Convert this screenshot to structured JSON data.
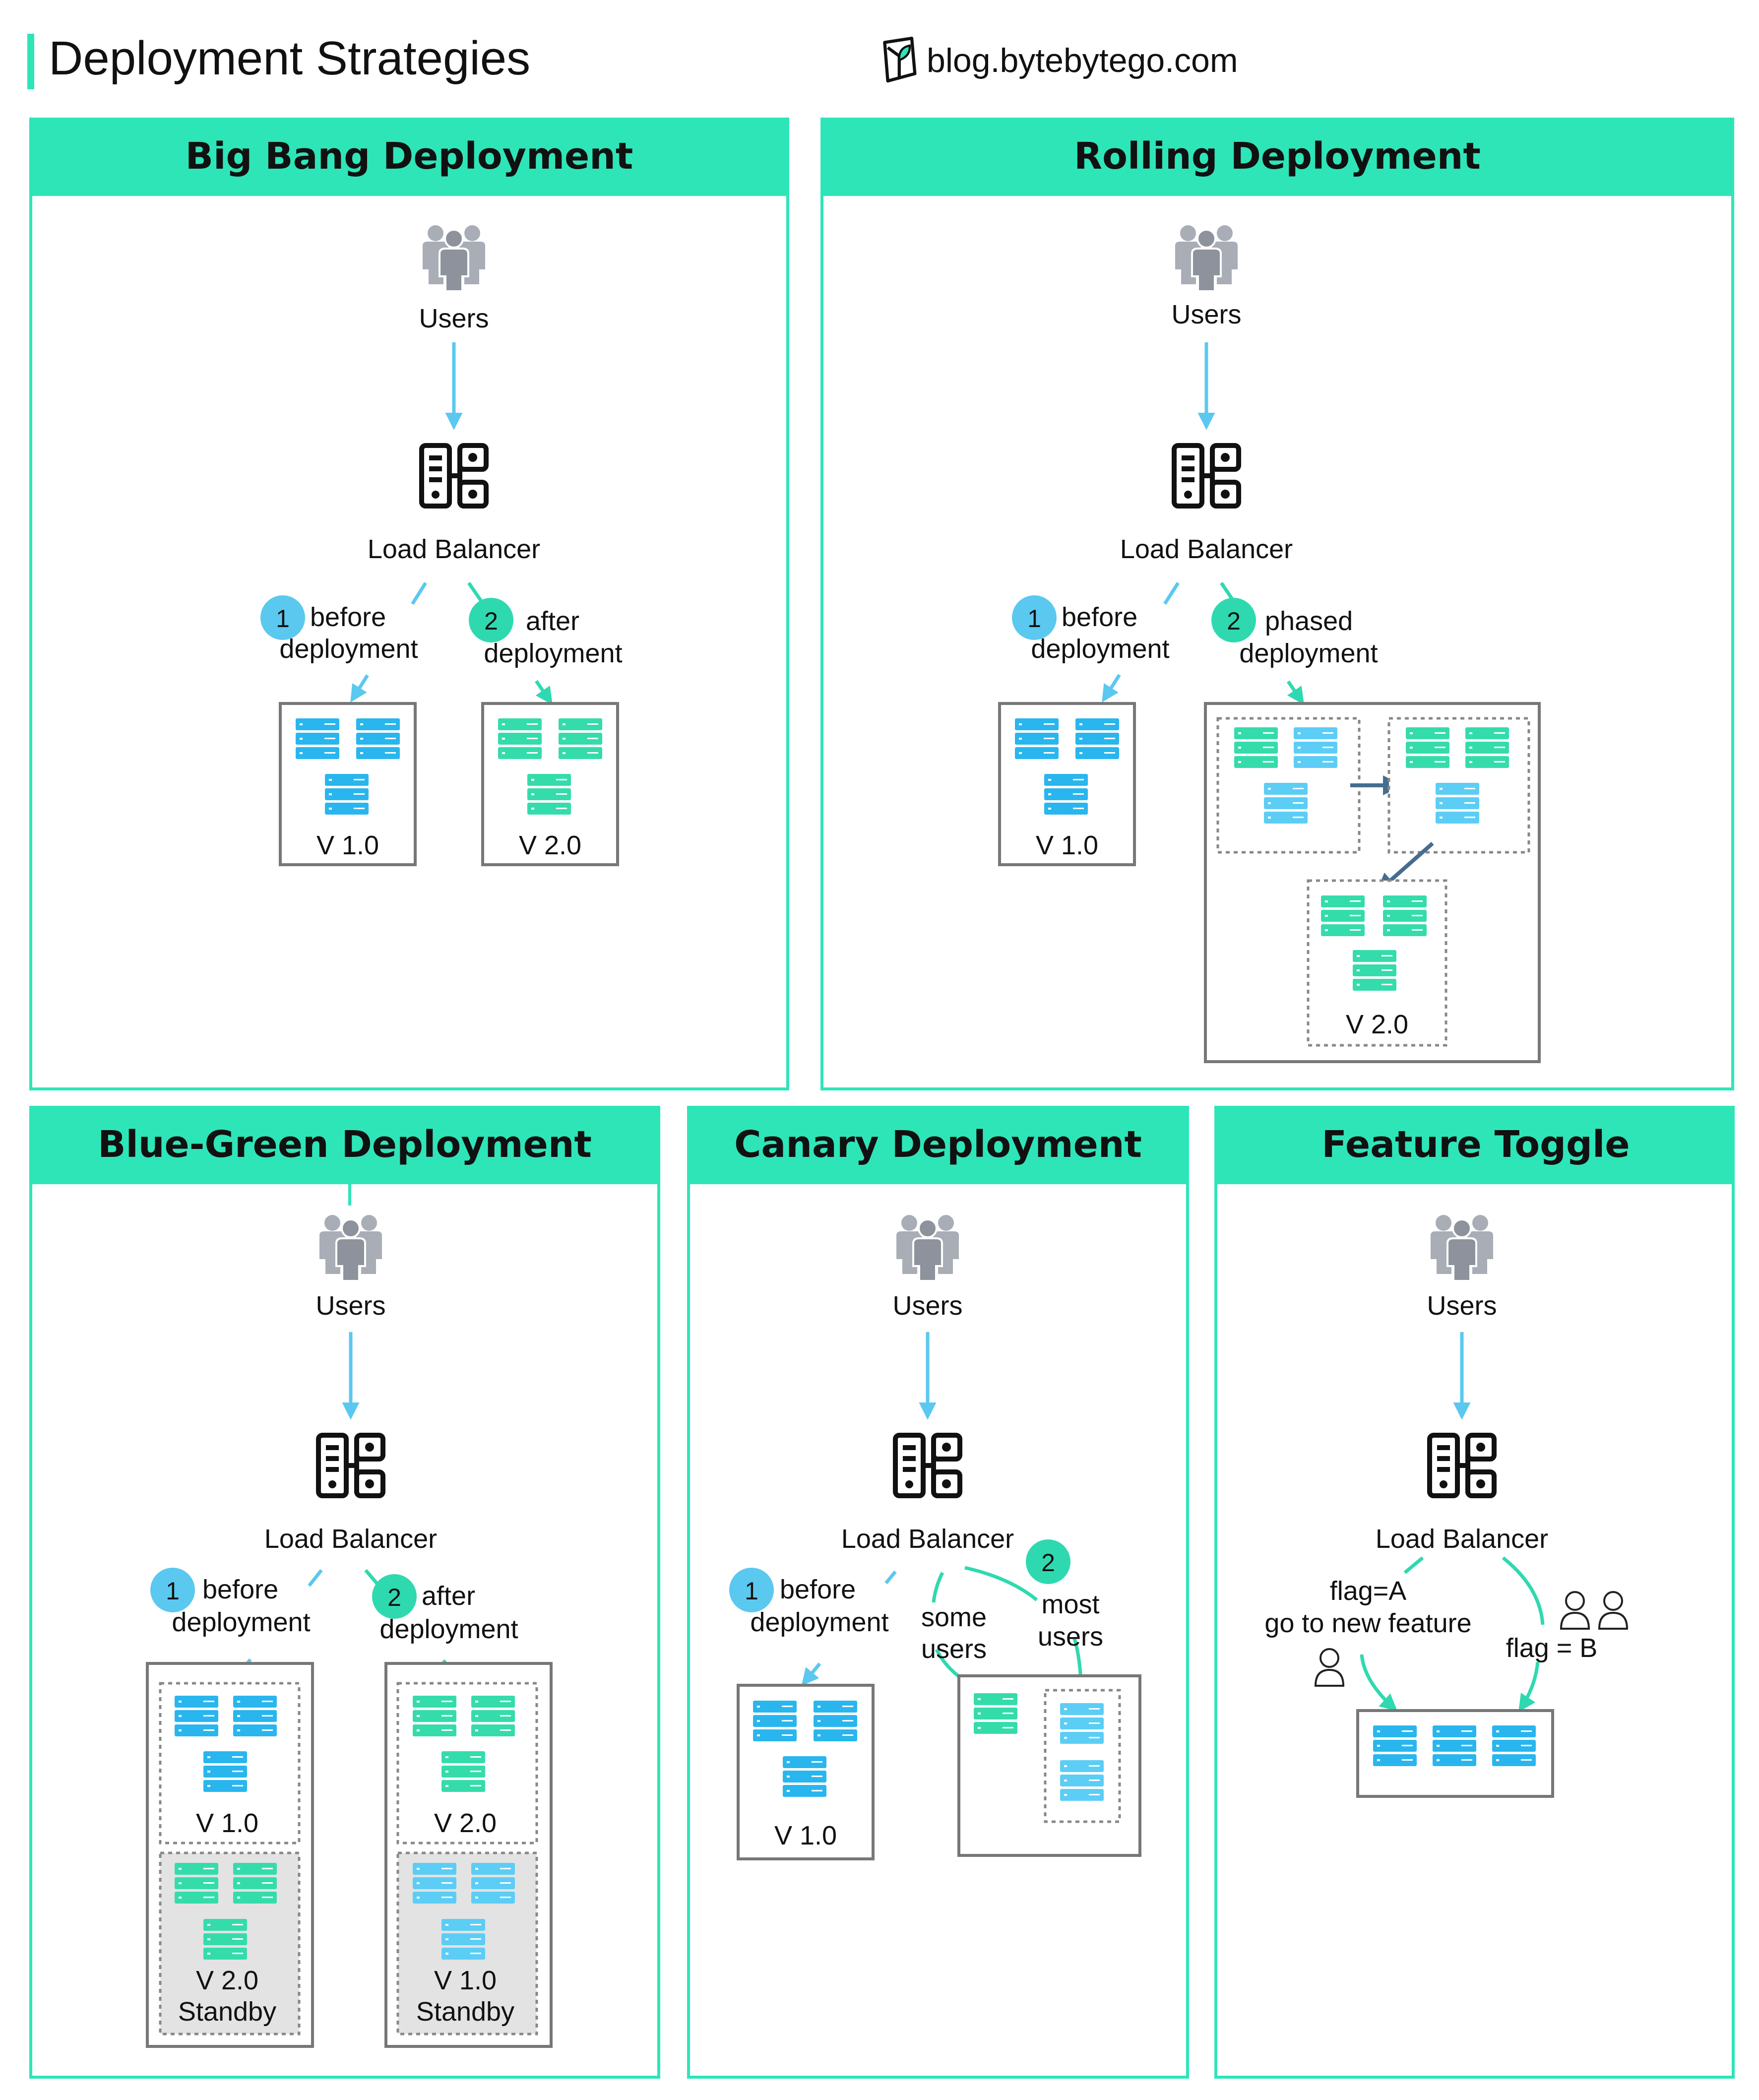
{
  "header": {
    "title": "Deployment Strategies",
    "site": "blog.bytebytego.com"
  },
  "colors": {
    "accent_green": "#2ee5b8",
    "blue_server": "#29b6ee",
    "light_blue_server": "#5ccdf5",
    "green_server": "#35dcab",
    "arrow_blue": "#5bc8ef",
    "arrow_green": "#2fd9b0",
    "arrow_dark": "#456d8f",
    "standby_fill": "#e3e3e3"
  },
  "panels": {
    "big_bang": {
      "title": "Big Bang Deployment",
      "users": "Users",
      "lb": "Load Balancer",
      "step1_num": "1",
      "step1_l1": "before",
      "step1_l2": "deployment",
      "step2_num": "2",
      "step2_l1": "after",
      "step2_l2": "deployment",
      "v1": "V 1.0",
      "v2": "V 2.0"
    },
    "rolling": {
      "title": "Rolling Deployment",
      "users": "Users",
      "lb": "Load Balancer",
      "step1_num": "1",
      "step1_l1": "before",
      "step1_l2": "deployment",
      "step2_num": "2",
      "step2_l1": "phased",
      "step2_l2": "deployment",
      "v1": "V 1.0",
      "v2": "V 2.0"
    },
    "blue_green": {
      "title": "Blue-Green Deployment",
      "users": "Users",
      "lb": "Load Balancer",
      "step1_num": "1",
      "step1_l1": "before",
      "step1_l2": "deployment",
      "step2_num": "2",
      "step2_l1": "after",
      "step2_l2": "deployment",
      "left_top": "V 1.0",
      "left_bottom_1": "V 2.0",
      "left_bottom_2": "Standby",
      "right_top": "V 2.0",
      "right_bottom_1": "V 1.0",
      "right_bottom_2": "Standby"
    },
    "canary": {
      "title": "Canary Deployment",
      "users": "Users",
      "lb": "Load Balancer",
      "step1_num": "1",
      "step1_l1": "before",
      "step1_l2": "deployment",
      "step2_num": "2",
      "some_1": "some",
      "some_2": "users",
      "most_1": "most",
      "most_2": "users",
      "v1": "V 1.0"
    },
    "feature_toggle": {
      "title": "Feature Toggle",
      "users": "Users",
      "lb": "Load Balancer",
      "flag_a_1": "flag=A",
      "flag_a_2": "go to new feature",
      "flag_b": "flag = B"
    }
  }
}
